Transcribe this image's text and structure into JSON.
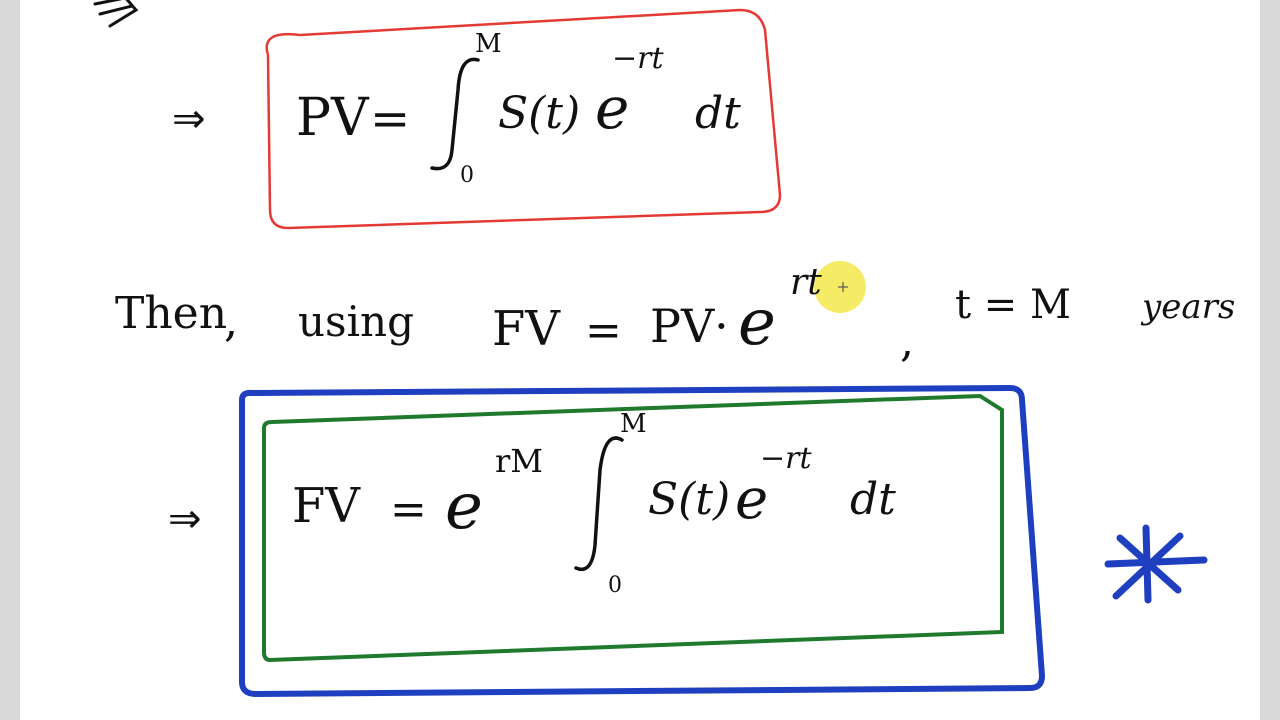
{
  "whiteboard": {
    "colors": {
      "ink": "#111111",
      "box_red": "#e53935",
      "box_blue": "#1e3fbf",
      "box_green": "#1f7a2e",
      "cursor_highlight": "#f5e84a",
      "star": "#1e3fbf"
    },
    "line1": {
      "implies": "⇒",
      "lhs": "PV",
      "equals": "=",
      "upper_limit": "M",
      "lower_limit": "0",
      "integrand": "S(t)",
      "base": "e",
      "exponent": "−rt",
      "differential": "dt"
    },
    "line2": {
      "then": "Then",
      "comma1": ",",
      "using": "using",
      "lhs": "FV",
      "equals": "=",
      "pv_dot": "PV·",
      "base": "e",
      "exponent": "rt",
      "comma2": ",",
      "condition": "t = M",
      "unit": "years"
    },
    "line3": {
      "implies": "⇒",
      "lhs": "FV",
      "equals": "=",
      "base1": "e",
      "exponent1": "rM",
      "upper_limit": "M",
      "lower_limit": "0",
      "integrand": "S(t)",
      "base2": "e",
      "exponent2": "−rt",
      "differential": "dt"
    },
    "star_icon": "asterisk-icon"
  }
}
